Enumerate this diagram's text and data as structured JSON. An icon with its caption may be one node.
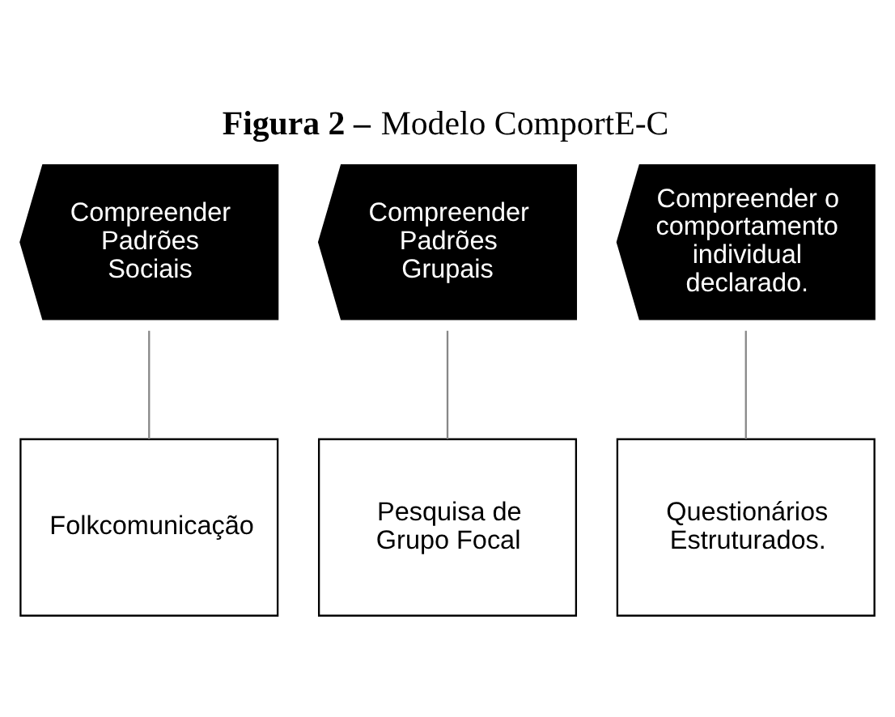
{
  "diagram": {
    "title": "**Figura 2 –** Modelo ComportE-C",
    "nodes": [
      {
        "text": [
          "Compreender Padrões Sociais"
        ]
      },
      {
        "text": [
          "Compreender Padrões Grupais"
        ]
      },
      {
        "text": [
          "Compreender o comportamento individual declarado."
        ]
      },
      {
        "text": [
          "Folkcomunicação"
        ]
      },
      {
        "text": [
          "Pesquisa de Grupo Focal"
        ]
      },
      {
        "text": [
          "Questionários Estruturados."
        ]
      }
    ],
    "edges": [
      {
        "from": 0,
        "to": 3,
        "arrow": "none"
      },
      {
        "from": 1,
        "to": 4,
        "arrow": "none"
      },
      {
        "from": 2,
        "to": 5,
        "arrow": "none"
      }
    ]
  }
}
